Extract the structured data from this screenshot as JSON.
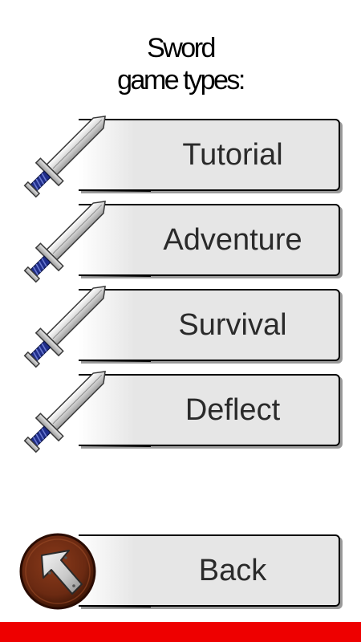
{
  "title": {
    "line1": "Sword",
    "line2": "game types:"
  },
  "menu": {
    "items": [
      {
        "label": "Tutorial",
        "icon": "sword-icon"
      },
      {
        "label": "Adventure",
        "icon": "sword-icon"
      },
      {
        "label": "Survival",
        "icon": "sword-icon"
      },
      {
        "label": "Deflect",
        "icon": "sword-icon"
      }
    ]
  },
  "back": {
    "label": "Back",
    "icon": "back-arrow-icon"
  },
  "colors": {
    "button_fill": "#e6e6e6",
    "button_border": "#000000",
    "text": "#2a2a2a",
    "sword_grip": "#1f2d8a",
    "back_wood": "#6b2a12",
    "bottom_bar": "#ee0000"
  }
}
